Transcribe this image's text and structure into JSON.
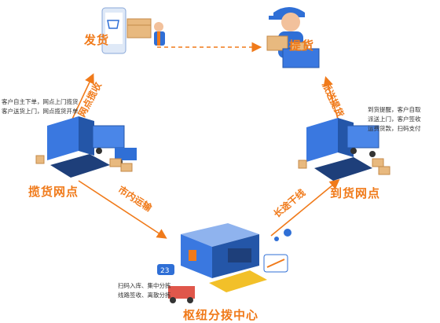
{
  "nodes": {
    "send": {
      "label": "发货"
    },
    "pickup": {
      "label": "提货"
    },
    "collect": {
      "label": "揽货网点",
      "notes": [
        "客户自主下单，网点上门揽货",
        "客户送货上门，网点揽货开单"
      ]
    },
    "arrive": {
      "label": "到货网点",
      "notes": [
        "到货提醒，客户自取",
        "派送上门，客户签收",
        "运费货款，扫码支付"
      ]
    },
    "hub": {
      "label": "枢纽分拨中心",
      "notes": [
        "扫码入库、集中分拣",
        "线路签收、离散分拣"
      ],
      "badge": "23"
    }
  },
  "edges": {
    "collect_edge": "网点揽收",
    "delivery_edge": "派送提货",
    "city_transport": "市内运输",
    "trunk_line": "长途干线"
  },
  "colors": {
    "accent": "#f07a1a",
    "blue": "#2f6fd6",
    "dashed": "#f07a1a"
  }
}
